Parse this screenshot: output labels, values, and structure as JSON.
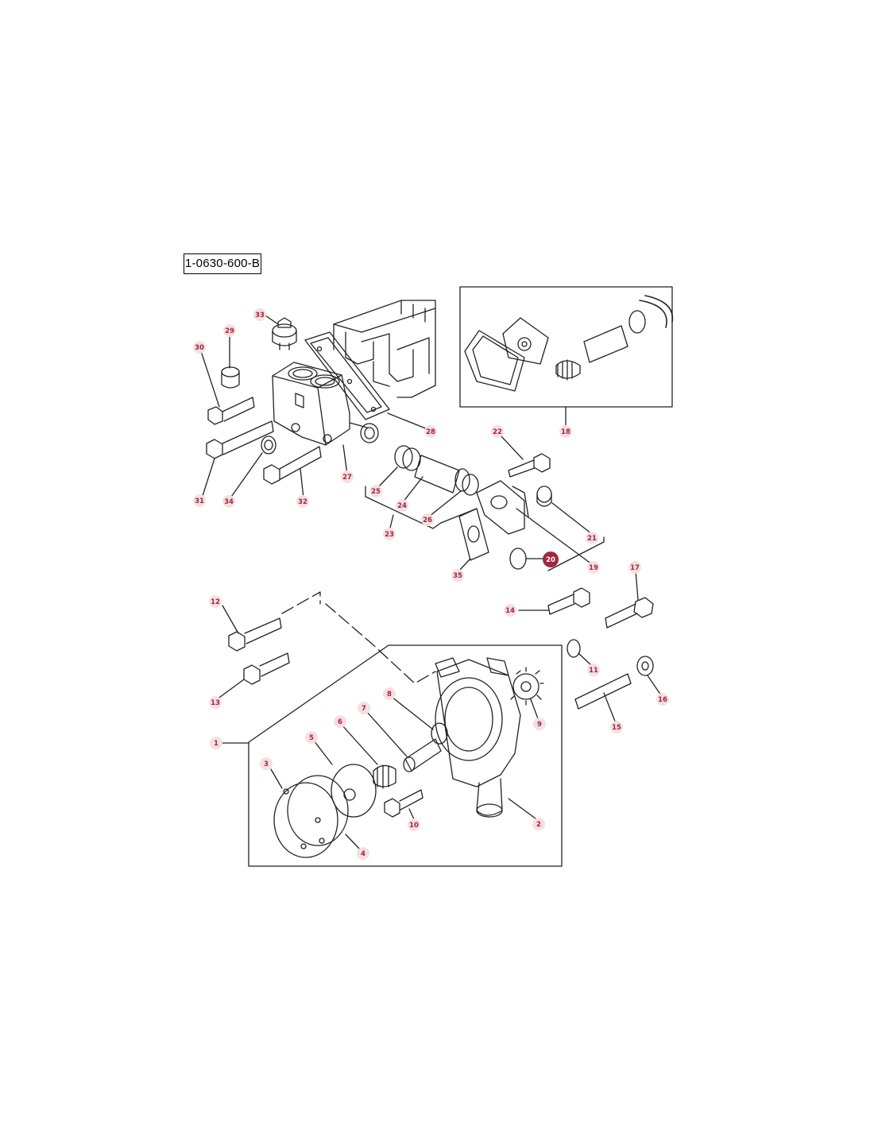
{
  "diagram": {
    "reference_code": "1-0630-600-B",
    "colors": {
      "label_bg": "#f6dfe3",
      "label_text": "#a0283a",
      "highlight_bg": "#a0283a",
      "highlight_text": "#ffffff",
      "line": "#222222"
    },
    "part_labels": {
      "p1": "1",
      "p2": "2",
      "p3": "3",
      "p4": "4",
      "p5": "5",
      "p6": "6",
      "p7": "7",
      "p8": "8",
      "p9": "9",
      "p10": "10",
      "p11": "11",
      "p12": "12",
      "p13": "13",
      "p14": "14",
      "p15": "15",
      "p16": "16",
      "p17": "17",
      "p18": "18",
      "p19": "19",
      "p20": "20",
      "p21": "21",
      "p22": "22",
      "p23": "23",
      "p24": "24",
      "p25": "25",
      "p26": "26",
      "p27": "27",
      "p28": "28",
      "p29": "29",
      "p30": "30",
      "p31": "31",
      "p32": "32",
      "p33": "33",
      "p34": "34",
      "p35": "35"
    },
    "highlighted_part": "20"
  }
}
